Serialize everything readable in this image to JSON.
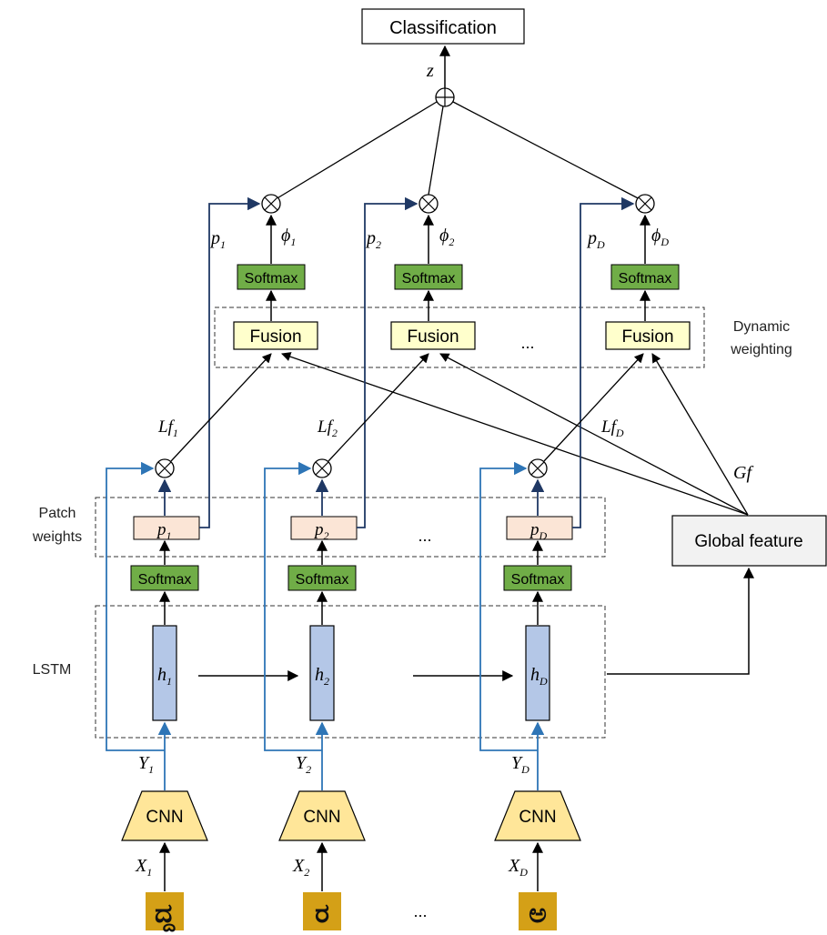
{
  "title": "Classification",
  "output_var": "z",
  "group_labels": {
    "dynamic_line1": "Dynamic",
    "dynamic_line2": "weighting",
    "patch_line1": "Patch",
    "patch_line2": "weights",
    "lstm": "LSTM"
  },
  "global_feature": "Global feature",
  "global_feature_var": "Gf",
  "ellipsis": "...",
  "columns": [
    {
      "fusion": "Fusion",
      "softmax_top": "Softmax",
      "softmax_bottom": "Softmax",
      "cnn": "CNN",
      "phi": "ϕ",
      "phi_sub": "1",
      "p": "p",
      "p_sub": "1",
      "lf": "Lf",
      "lf_sub": "1",
      "h": "h",
      "h_sub": "1",
      "y": "Y",
      "y_sub": "1",
      "x": "X",
      "x_sub": "1",
      "glyph": "ದ್ದ"
    },
    {
      "fusion": "Fusion",
      "softmax_top": "Softmax",
      "softmax_bottom": "Softmax",
      "cnn": "CNN",
      "phi": "ϕ",
      "phi_sub": "2",
      "p": "p",
      "p_sub": "2",
      "lf": "Lf",
      "lf_sub": "2",
      "h": "h",
      "h_sub": "2",
      "y": "Y",
      "y_sub": "2",
      "x": "X",
      "x_sub": "2",
      "glyph": "ರ"
    },
    {
      "fusion": "Fusion",
      "softmax_top": "Softmax",
      "softmax_bottom": "Softmax",
      "cnn": "CNN",
      "phi": "ϕ",
      "phi_sub": "D",
      "p": "p",
      "p_sub": "D",
      "lf": "Lf",
      "lf_sub": "D",
      "h": "h",
      "h_sub": "D",
      "y": "Y",
      "y_sub": "D",
      "x": "X",
      "x_sub": "D",
      "glyph": "ಅ"
    }
  ],
  "colors": {
    "fusion_fill": "#ffffcc",
    "softmax_fill": "#70ad47",
    "patch_fill": "#fbe5d6",
    "lstm_fill": "#b4c7e7",
    "cnn_fill": "#ffe699",
    "global_fill": "#f2f2f2",
    "blue_line": "#2e75b6",
    "navy_line": "#1f3864",
    "image_fill": "#d4a017"
  }
}
